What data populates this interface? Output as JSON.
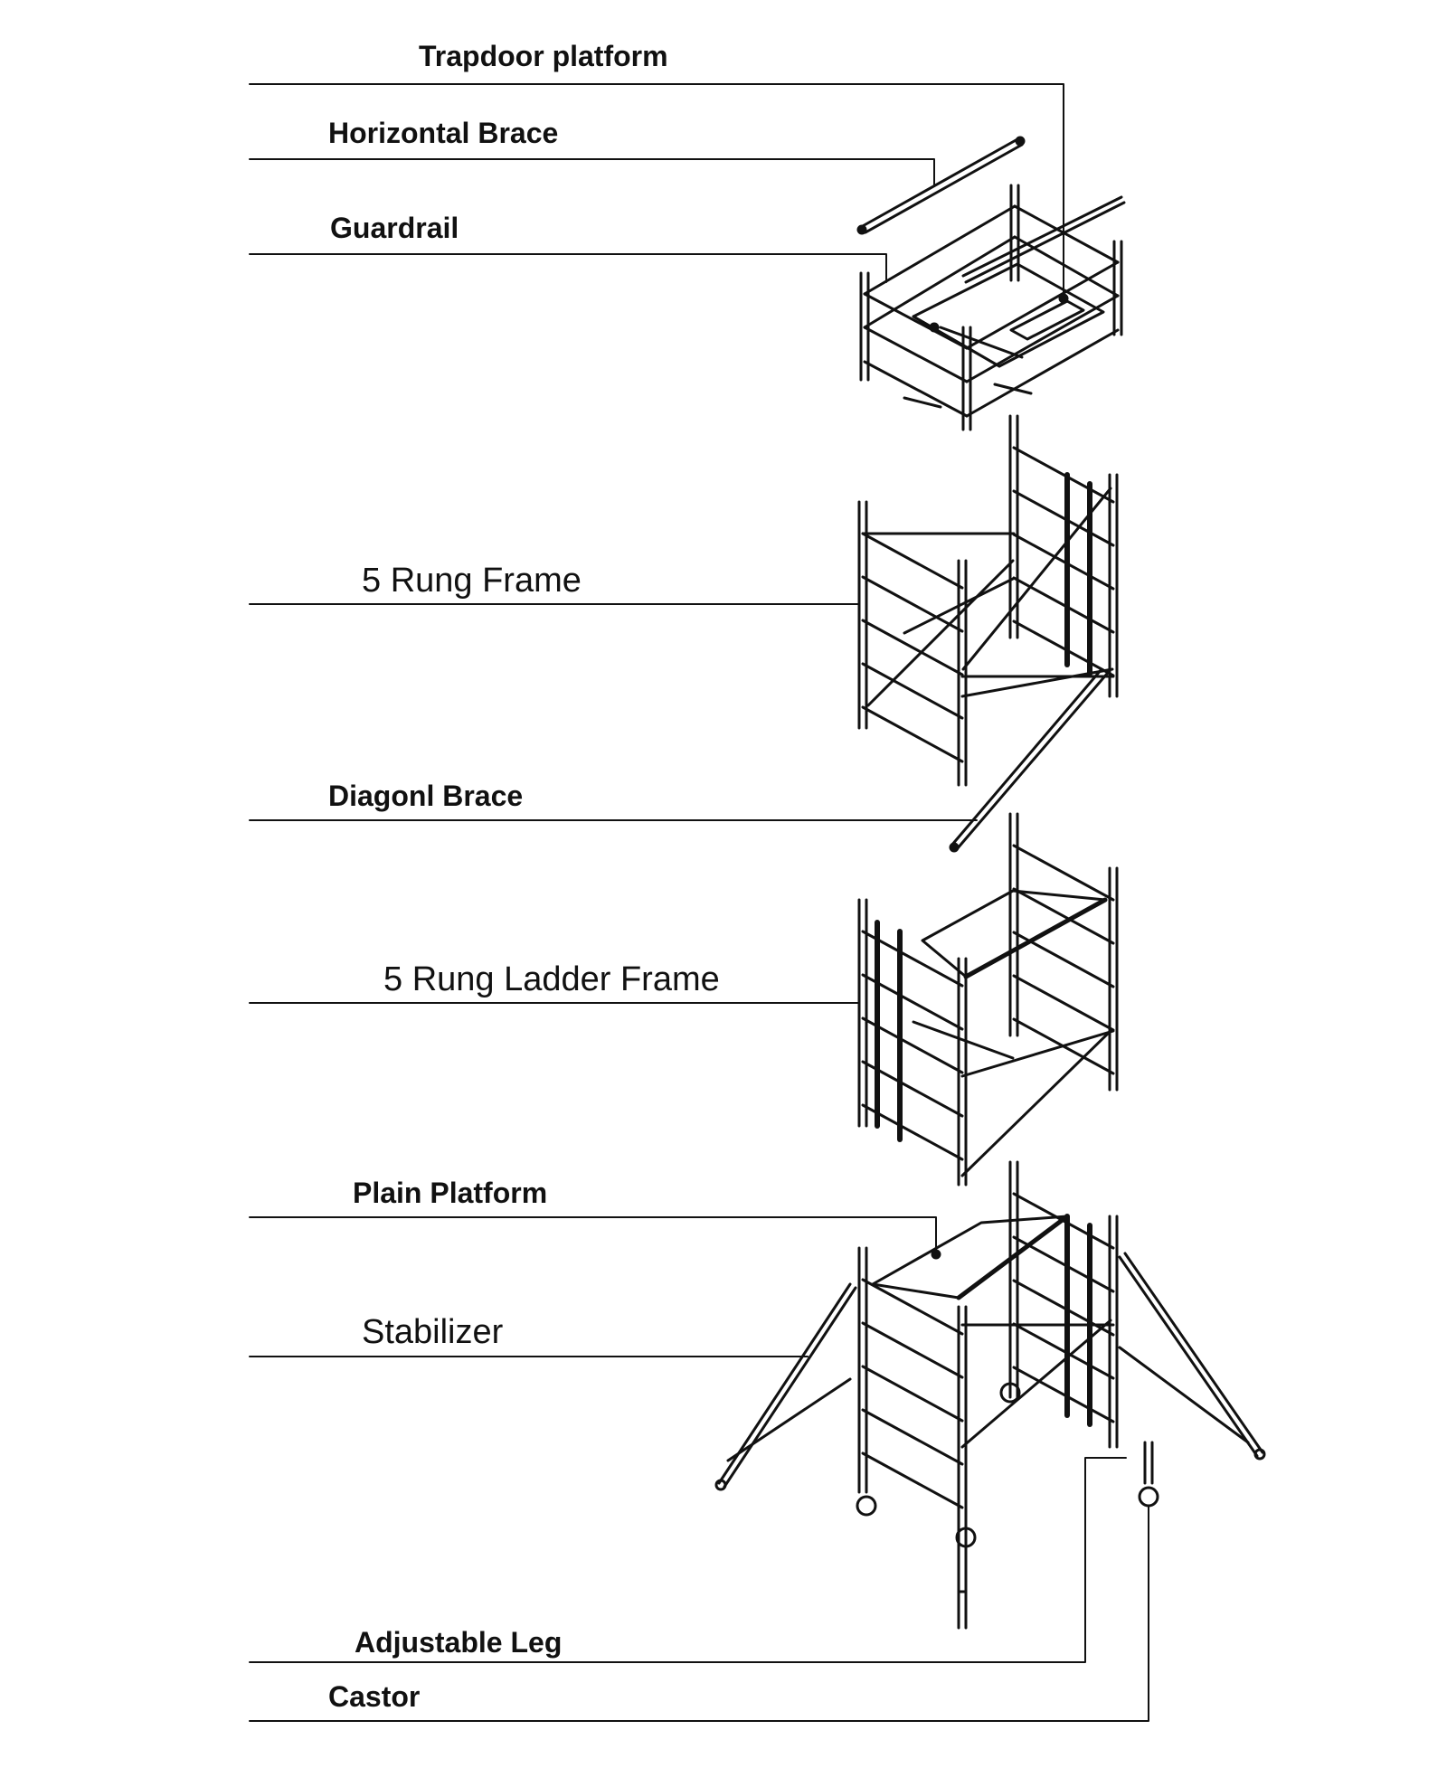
{
  "labels": {
    "trapdoor_platform": "Trapdoor platform",
    "horizontal_brace": "Horizontal Brace",
    "guardrail": "Guardrail",
    "rung_frame": "5 Rung Frame",
    "diagonal_brace": "Diagonl Brace",
    "ladder_frame": "5 Rung Ladder Frame",
    "plain_platform": "Plain Platform",
    "stabilizer": "Stabilizer",
    "adjustable_leg": "Adjustable Leg",
    "castor": "Castor"
  },
  "colors": {
    "line": "#111111",
    "background": "#ffffff"
  }
}
